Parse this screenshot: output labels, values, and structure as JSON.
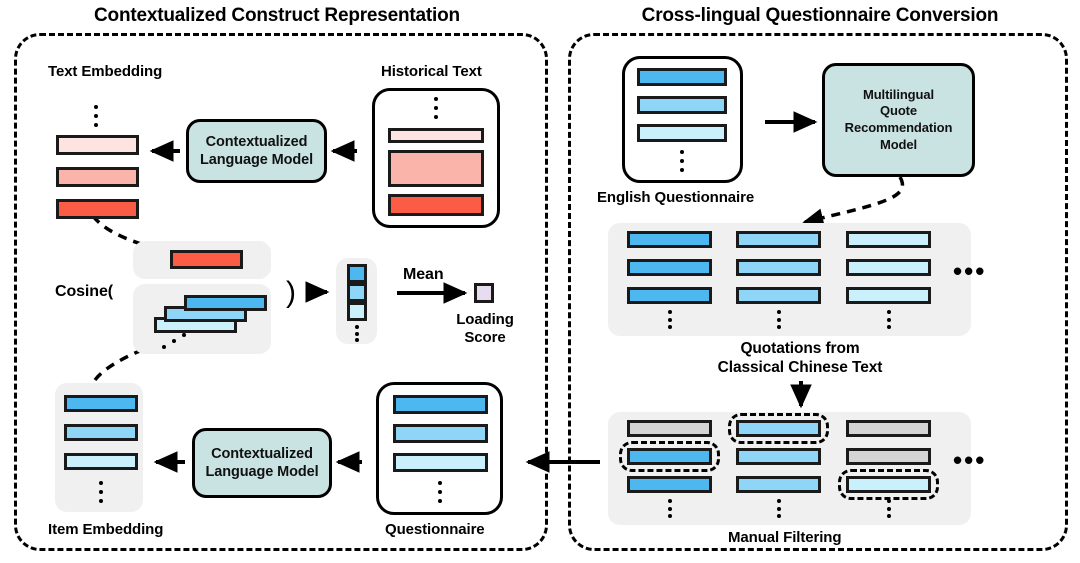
{
  "panels": {
    "left": {
      "title": "Contextualized Construct Representation"
    },
    "right": {
      "title": "Cross-lingual Questionnaire Conversion"
    }
  },
  "left_panel": {
    "text_embedding_label": "Text Embedding",
    "historical_text_label": "Historical Text",
    "model_top_label": "Contextualized\nLanguage Model",
    "model_top_line1": "Contextualized",
    "model_top_line2": "Language Model",
    "model_bottom_line1": "Contextualized",
    "model_bottom_line2": "Language Model",
    "cosine_label": "Cosine(",
    "close_paren": ")",
    "mean_label": "Mean",
    "loading_score_line1": "Loading",
    "loading_score_line2": "Score",
    "item_embedding_label": "Item Embedding",
    "questionnaire_label": "Questionnaire",
    "text_embedding_bars": [
      {
        "color": "#fde4e1"
      },
      {
        "color": "#fbb4a9"
      },
      {
        "color": "#fb5c45"
      }
    ],
    "historical_text_bars": [
      {
        "color": "#fde4e1"
      },
      {
        "color": "#fbb4a9"
      },
      {
        "color": "#fb5c45"
      }
    ],
    "cosine_single_bar": {
      "color": "#fb5c45"
    },
    "cosine_stacked_bars": [
      {
        "color": "#4db8f0"
      },
      {
        "color": "#8ed5f7"
      },
      {
        "color": "#caf0fc"
      }
    ],
    "score_vector_cells": [
      {
        "color": "#4db8f0"
      },
      {
        "color": "#8ed5f7"
      },
      {
        "color": "#caf0fc"
      }
    ],
    "loading_score_swatch": {
      "color": "#e8dcf0"
    },
    "item_embedding_bars": [
      {
        "color": "#4db8f0"
      },
      {
        "color": "#8ed5f7"
      },
      {
        "color": "#caf0fc"
      }
    ],
    "questionnaire_bars": [
      {
        "color": "#4db8f0"
      },
      {
        "color": "#8ed5f7"
      },
      {
        "color": "#caf0fc"
      }
    ]
  },
  "right_panel": {
    "english_questionnaire_label": "English Questionnaire",
    "quote_model_lines": [
      "Multilingual",
      "Quote",
      "Recommendation",
      "Model"
    ],
    "quotations_label_line1": "Quotations from",
    "quotations_label_line2": "Classical Chinese Text",
    "manual_filtering_label": "Manual Filtering",
    "ellipsis": "•••",
    "english_questionnaire_bars": [
      {
        "color": "#4db8f0"
      },
      {
        "color": "#8ed5f7"
      },
      {
        "color": "#caf0fc"
      }
    ],
    "quotations_columns": [
      {
        "bars": [
          {
            "color": "#4db8f0"
          },
          {
            "color": "#4db8f0"
          },
          {
            "color": "#4db8f0"
          }
        ]
      },
      {
        "bars": [
          {
            "color": "#8ed5f7"
          },
          {
            "color": "#8ed5f7"
          },
          {
            "color": "#8ed5f7"
          }
        ]
      },
      {
        "bars": [
          {
            "color": "#caf0fc"
          },
          {
            "color": "#caf0fc"
          },
          {
            "color": "#caf0fc"
          }
        ]
      }
    ],
    "filtering_columns": [
      {
        "bars": [
          {
            "color": "#d4d4d4",
            "selected": false
          },
          {
            "color": "#4db8f0",
            "selected": true
          },
          {
            "color": "#4db8f0",
            "selected": false
          }
        ]
      },
      {
        "bars": [
          {
            "color": "#8ed5f7",
            "selected": true
          },
          {
            "color": "#8ed5f7",
            "selected": false
          },
          {
            "color": "#8ed5f7",
            "selected": false
          }
        ]
      },
      {
        "bars": [
          {
            "color": "#d4d4d4",
            "selected": false
          },
          {
            "color": "#d4d4d4",
            "selected": false
          },
          {
            "color": "#caf0fc",
            "selected": true
          }
        ]
      }
    ]
  },
  "colors": {
    "red_light": "#fde4e1",
    "red_mid": "#fbb4a9",
    "red_strong": "#fb5c45",
    "blue_dark": "#4db8f0",
    "blue_mid": "#8ed5f7",
    "blue_light": "#caf0fc",
    "gray_bar": "#d4d4d4",
    "model_fill": "#c9e3e3",
    "soft_gray": "#f0f0f0",
    "stroke": "#000000",
    "loading_swatch": "#e8dcf0"
  }
}
